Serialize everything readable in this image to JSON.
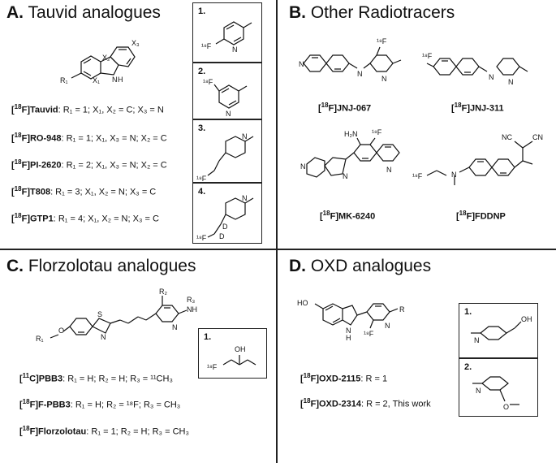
{
  "panels": {
    "A": {
      "letter": "A.",
      "title": "Tauvid analogues"
    },
    "B": {
      "letter": "B.",
      "title": "Other Radiotracers"
    },
    "C": {
      "letter": "C.",
      "title": "Florzolotau analogues"
    },
    "D": {
      "letter": "D.",
      "title": "OXD analogues"
    }
  },
  "panelA": {
    "compounds": [
      {
        "iso": "18",
        "el": "F",
        "name": "Tauvid",
        "def": ": R₁ = 1; X₁, X₂ = C; X₃ = N"
      },
      {
        "iso": "18",
        "el": "F",
        "name": "RO-948",
        "def": ": R₁ = 1; X₁, X₃ = N; X₂ = C"
      },
      {
        "iso": "18",
        "el": "F",
        "name": "PI-2620",
        "def": ": R₁ = 2; X₁, X₃ = N; X₂ = C"
      },
      {
        "iso": "18",
        "el": "F",
        "name": "T808",
        "def": ": R₁ = 3; X₁, X₂ = N; X₃ = C"
      },
      {
        "iso": "18",
        "el": "F",
        "name": "GTP1",
        "def": ": R₁ = 4; X₁, X₂ = N; X₃ = C"
      }
    ],
    "boxes": [
      "1.",
      "2.",
      "3.",
      "4."
    ]
  },
  "panelB": {
    "compounds": [
      {
        "iso": "18",
        "el": "F",
        "name": "JNJ-067"
      },
      {
        "iso": "18",
        "el": "F",
        "name": "JNJ-311"
      },
      {
        "iso": "18",
        "el": "F",
        "name": "MK-6240"
      },
      {
        "iso": "18",
        "el": "F",
        "name": "FDDNP"
      }
    ]
  },
  "panelC": {
    "compounds": [
      {
        "iso": "11",
        "el": "C",
        "name": "PBB3",
        "def": ": R₁ = H; R₂ = H; R₃ = ¹¹CH₃"
      },
      {
        "iso": "18",
        "el": "F",
        "name": "F-PBB3",
        "def": ": R₁ = H; R₂ = ¹⁸F; R₃ = CH₃"
      },
      {
        "iso": "18",
        "el": "F",
        "name": "Florzolotau",
        "def": ": R₁ = 1; R₂ = H; R₃ = CH₃"
      }
    ],
    "boxes": [
      "1."
    ]
  },
  "panelD": {
    "compounds": [
      {
        "iso": "18",
        "el": "F",
        "name": "OXD-2115",
        "def": ": R = 1"
      },
      {
        "iso": "18",
        "el": "F",
        "name": "OXD-2314",
        "def": ": R = 2, This work"
      }
    ],
    "boxes": [
      "1.",
      "2."
    ]
  },
  "atoms": {
    "X3": "X₃",
    "X2": "X₂",
    "X1": "X₁",
    "R1": "R₁",
    "NH": "N",
    "H": "H",
    "F18": "¹⁸F",
    "N": "N",
    "F": "F",
    "iso18": "18",
    "H2N": "H₂N",
    "NC": "NC",
    "CN": "CN",
    "OH": "OH",
    "HO": "HO",
    "O": "O",
    "S": "S",
    "R2": "R₂",
    "R3": "R₃",
    "R": "R",
    "NH2": "NH",
    "D": "D"
  }
}
